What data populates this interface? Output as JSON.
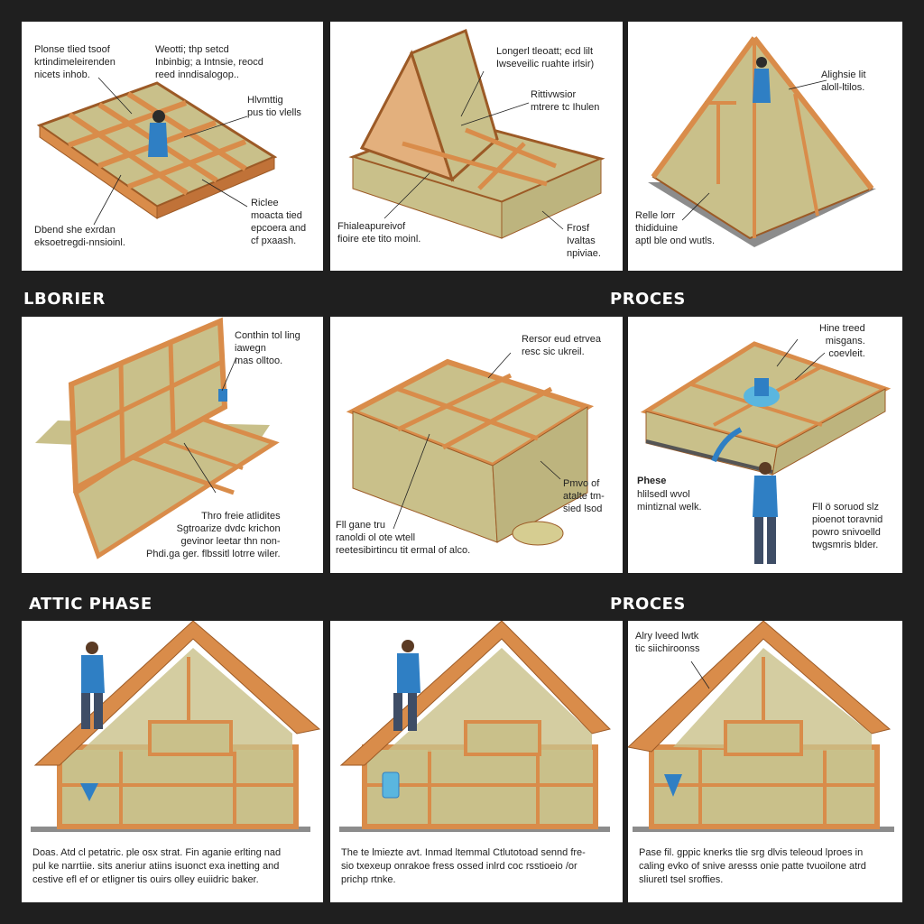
{
  "sections": {
    "row2_left": "LBORIER",
    "row2_right": "PROCES",
    "row3_left": "ATTIC PHASE",
    "row3_right": "PROCES"
  },
  "panels": {
    "p1": {
      "l1": "Plonse tlied tsoof\nkrtindimeleirenden\nnicets inhob.",
      "l2": "Weotti; thp setcd\nInbinbig; a Intnsie, reocd\nreed inndisalogop..",
      "l3": "Hlvmttig\npus tio vlells",
      "l4": "Riclee\nmoacta tied\nepcoera and\ncf pxaash.",
      "l5": "Dbend she exrdan\neksoetregdi-nnsioinl."
    },
    "p2": {
      "l1": "Longerl tleoatt; ecd lilt\nIwseveilic ruahte irlsir)",
      "l2": "Rittivwsior\nmtrere tc Ihulen",
      "l3": "Fhialeapureivof\nfioire ete tito moinl.",
      "l4": "Frosf\nIvaltas\nnpiviae."
    },
    "p3": {
      "l1": "Alighsie lit\naloll-ltilos.",
      "l2": "Relle lorr\nthididuine\naptl ble ond wutls."
    },
    "p4": {
      "l1": "Conthin tol ling\niawegn\nmas olltoo.",
      "l2": "Thro freie atlidites\nSgtroarize dvdc krichon\ngevinor leetar thn non-\nPhdi.ga ger. flbssitl lotrre wiler."
    },
    "p5": {
      "l1": "Rersor eud etrvea\nresc sic ukreil.",
      "l2": "Pmvo of\natalte tm-\nsied lsod",
      "l3": "Fll gane tru\nranoldi ol ote wtell\nreetesibirtincu tit ermal of alco."
    },
    "p6": {
      "l1": "Hine treed\nmisgans.\ncoevleit.",
      "l2": "Phese",
      "l3": "hlilsedl wvol\nmintiznal welk.",
      "l4": "Fll ö soruod slz\npioenot toravnid\npowro snivoelld\ntwgsmris blder."
    },
    "p7": {
      "caption": "Doas. Atd cl petatric. ple osx strat. Fin aganie erlting nad\npul ke narrtiie. sits aneriur atiins isuonct exa inetting and\ncestive efl ef or etligner tis ouirs olley euiidric baker."
    },
    "p8": {
      "caption": "The te lmiezte avt. Inmad ltemmal Ctlutotoad sennd fre-\nsio txexeup onrakoe fress ossed inlrd coc rsstioeio /or\nprichp rtnke."
    },
    "p9": {
      "label": "Alry lveed lwtk\ntic siichiroonss",
      "caption": "Pase fil. gppic knerks tlie srg dlvis teleoud lproes in\ncaling evko of snive aresss onie patte tvuoilone atrd\nsliuretl tsel sroffies."
    }
  },
  "colors": {
    "wood": "#d98c4a",
    "wood_dark": "#9c5a26",
    "insulation": "#c9c08a",
    "worker_shirt": "#2f7fc4",
    "background": "#1f1f1f"
  }
}
